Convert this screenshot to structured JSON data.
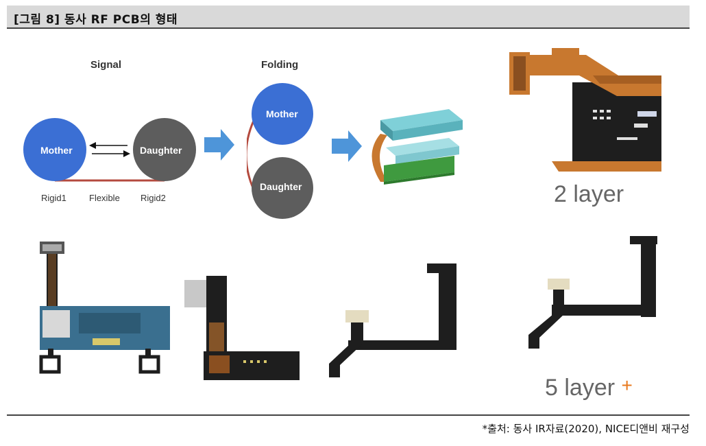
{
  "header": {
    "title": "[그림 8] 동사 RF PCB의 형태"
  },
  "diagram": {
    "signal_label": "Signal",
    "folding_label": "Folding",
    "mother_label": "Mother",
    "daughter_label": "Daughter",
    "rigid1_label": "Rigid1",
    "flexible_label": "Flexible",
    "rigid2_label": "Rigid2"
  },
  "captions": {
    "two_layer": "2 layer",
    "five_layer": "5 layer",
    "plus": "+"
  },
  "source": {
    "text": "*출처: 동사 IR자료(2020), NICE디앤비 재구성"
  },
  "colors": {
    "mother_blue": "#3b6fd4",
    "daughter_gray": "#5d5d5d",
    "flex_red": "#b44a3e",
    "arrow_blue": "#4e95d9",
    "flex_pcb_orange": "#c8782f",
    "pcb_black": "#1e1e1e",
    "pcb_blue_board": "#3a6f8f"
  }
}
